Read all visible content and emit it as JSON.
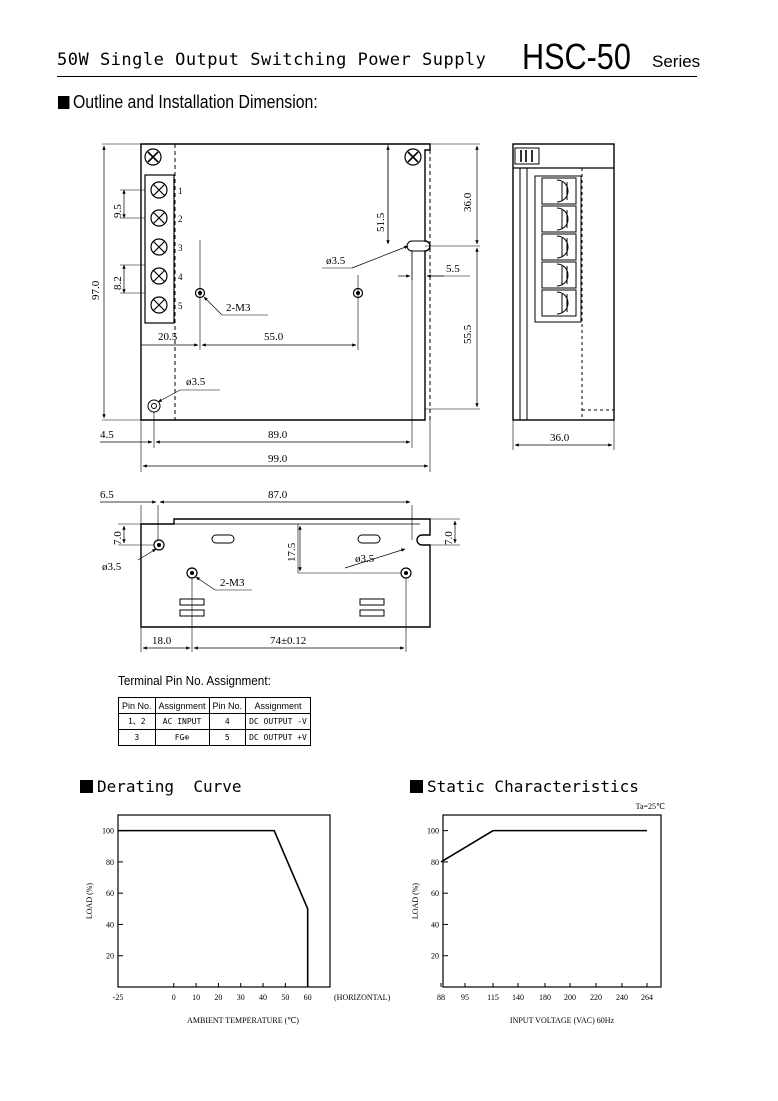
{
  "header": {
    "title": "50W Single Output Switching Power Supply",
    "model": "HSC-50",
    "series": "Series"
  },
  "outline": {
    "heading": "Outline and Installation Dimension:",
    "top_view": {
      "pins": [
        "1",
        "2",
        "3",
        "4",
        "5"
      ],
      "pitch": "9.5",
      "pin_offset": "8.2",
      "height": "97.0",
      "dim_51_5": "51.5",
      "dim_36_0": "36.0",
      "dim_55_5": "55.5",
      "hole_dia": "ø3.5",
      "slot_offset": "5.5",
      "screw": "2-M3",
      "dim_20_5": "20.5",
      "dim_55_0": "55.0",
      "dim_4_5": "4.5",
      "dim_89_0": "89.0",
      "width": "99.0"
    },
    "side_view": {
      "depth": "36.0"
    },
    "bottom_view": {
      "dim_6_5": "6.5",
      "dim_87_0": "87.0",
      "dim_7_0_left": "7.0",
      "dim_7_0_right": "7.0",
      "dim_17_5": "17.5",
      "hole_left": "ø3.5",
      "hole_right": "ø3.5",
      "screw": "2-M3",
      "dim_18_0": "18.0",
      "dim_74": "74±0.12"
    }
  },
  "pin_assignment": {
    "heading": "Terminal Pin No. Assignment:",
    "headers": [
      "Pin No.",
      "Assignment",
      "Pin No.",
      "Assignment"
    ],
    "rows": [
      [
        "1、2",
        "AC INPUT",
        "4",
        "DC OUTPUT -V"
      ],
      [
        "3",
        "FG⊕",
        "5",
        "DC OUTPUT +V"
      ]
    ]
  },
  "derating": {
    "heading": "Derating  Curve"
  },
  "static": {
    "heading": "Static Characteristics"
  },
  "chart_data": [
    {
      "type": "line",
      "title": "Derating  Curve",
      "xlabel": "AMBIENT TEMPERATURE (℃)",
      "ylabel": "LOAD (%)",
      "x_ticks": [
        "-25",
        "0",
        "10",
        "20",
        "30",
        "40",
        "50",
        "60"
      ],
      "x_note": "(HORIZONTAL)",
      "y_ticks": [
        "20",
        "40",
        "60",
        "80",
        "100"
      ],
      "xlim": [
        -25,
        70
      ],
      "ylim": [
        0,
        110
      ],
      "series": [
        {
          "x": [
            -25,
            45,
            60,
            60
          ],
          "y": [
            100,
            100,
            50,
            0
          ]
        }
      ]
    },
    {
      "type": "line",
      "title": "Static Characteristics",
      "annotation": "Ta=25℃",
      "xlabel": "INPUT VOLTAGE (VAC) 60Hz",
      "ylabel": "LOAD (%)",
      "x_ticks": [
        "88",
        "95",
        "115",
        "140",
        "180",
        "200",
        "220",
        "240",
        "264"
      ],
      "y_ticks": [
        "20",
        "40",
        "60",
        "80",
        "100"
      ],
      "ylim": [
        0,
        110
      ],
      "series": [
        {
          "x": [
            88,
            115,
            264
          ],
          "y": [
            80,
            100,
            100
          ]
        }
      ]
    }
  ]
}
